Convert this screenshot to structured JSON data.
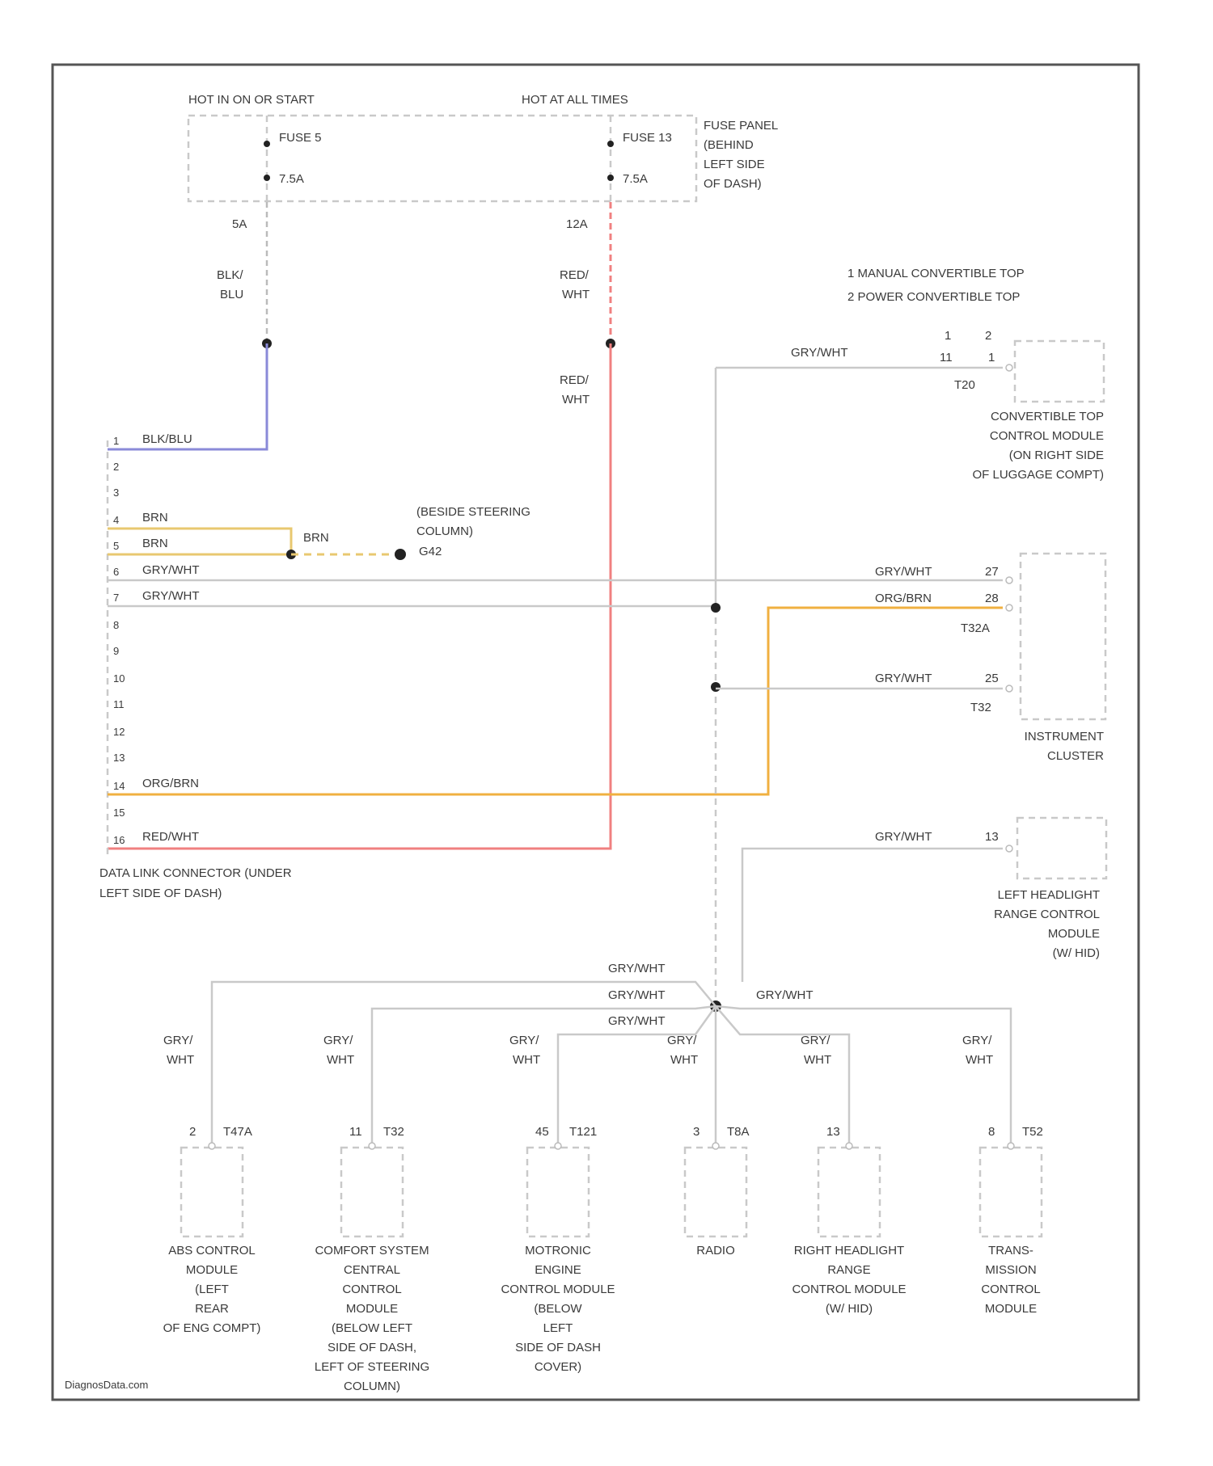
{
  "fuse_panel": {
    "hot_ign": "HOT IN ON OR START",
    "hot_all": "HOT AT ALL TIMES",
    "fuse_a_name": "FUSE 5",
    "fuse_a_amp": "7.5A",
    "fuse_b_name": "FUSE 13",
    "fuse_b_amp": "7.5A",
    "location": [
      "FUSE PANEL",
      "(BEHIND",
      "LEFT SIDE",
      "OF DASH)"
    ],
    "pin_a": "5A",
    "pin_b": "12A"
  },
  "notes": [
    "1 MANUAL CONVERTIBLE TOP",
    "2 POWER CONVERTIBLE TOP"
  ],
  "wires": {
    "blk_blu_a": "BLK/",
    "blk_blu_b": "BLU",
    "red_wht_a": "RED/",
    "red_wht_b": "WHT",
    "gry_wht": "GRY/WHT",
    "org_brn": "ORG/BRN",
    "brn": "BRN",
    "blk_blu": "BLK/BLU",
    "red_wht": "RED/WHT",
    "gry_a": "GRY/",
    "gry_b": "WHT"
  },
  "dlc": {
    "label": [
      "DATA LINK CONNECTOR (UNDER",
      "LEFT SIDE OF DASH)"
    ],
    "pins": [
      "1",
      "2",
      "3",
      "4",
      "5",
      "6",
      "7",
      "8",
      "9",
      "10",
      "11",
      "12",
      "13",
      "14",
      "15",
      "16"
    ]
  },
  "ground": {
    "label": [
      "(BESIDE STEERING",
      "COLUMN)"
    ],
    "id": "G42"
  },
  "convertible": {
    "pin1": "1",
    "pin2": "2",
    "pin_a": "11",
    "pin_b": "1",
    "conn": "T20",
    "label": [
      "CONVERTIBLE TOP",
      "CONTROL MODULE",
      "(ON RIGHT SIDE",
      "OF LUGGAGE COMPT)"
    ]
  },
  "cluster": {
    "pin27": "27",
    "pin28": "28",
    "conn_a": "T32A",
    "pin25": "25",
    "conn_b": "T32",
    "label": [
      "INSTRUMENT",
      "CLUSTER"
    ]
  },
  "headlight_left": {
    "pin": "13",
    "label": [
      "LEFT HEADLIGHT",
      "RANGE CONTROL",
      "MODULE",
      "(W/ HID)"
    ]
  },
  "modules": [
    {
      "pin": "2",
      "conn": "T47A",
      "label": [
        "ABS CONTROL",
        "MODULE",
        "(LEFT",
        "REAR",
        "OF ENG COMPT)"
      ]
    },
    {
      "pin": "11",
      "conn": "T32",
      "label": [
        "COMFORT SYSTEM",
        "CENTRAL",
        "CONTROL",
        "MODULE",
        "(BELOW LEFT",
        "SIDE OF DASH,",
        "LEFT OF STEERING",
        "COLUMN)"
      ]
    },
    {
      "pin": "45",
      "conn": "T121",
      "label": [
        "MOTRONIC",
        "ENGINE",
        "CONTROL MODULE",
        "(BELOW",
        "LEFT",
        "SIDE OF DASH",
        "COVER)"
      ]
    },
    {
      "pin": "3",
      "conn": "T8A",
      "label": [
        "RADIO"
      ]
    },
    {
      "pin": "13",
      "conn": "",
      "label": [
        "RIGHT HEADLIGHT",
        "RANGE",
        "CONTROL MODULE",
        "(W/ HID)"
      ]
    },
    {
      "pin": "8",
      "conn": "T52",
      "label": [
        "TRANS-",
        "MISSION",
        "CONTROL",
        "MODULE"
      ]
    }
  ],
  "watermark": "DiagnosData.com",
  "colors": {
    "blk_blu": "#8a8ad8",
    "red_wht": "#f08080",
    "org_brn": "#f0b040",
    "brn": "#e8c870",
    "gry_wht": "#c9c9c9"
  }
}
